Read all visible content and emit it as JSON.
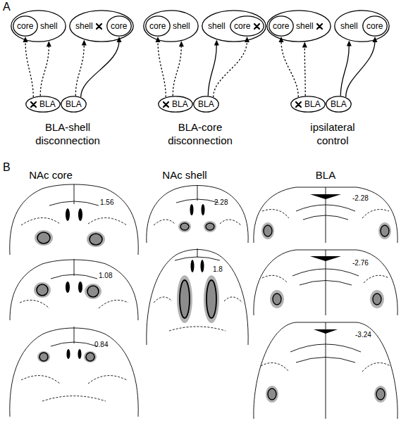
{
  "diagram": {
    "nodes": [
      {
        "text": [
          "shell"
        ]
      },
      {
        "text": [
          "core"
        ],
        "in": 0
      },
      {
        "text": [
          "shell"
        ]
      },
      {
        "text": [
          "core"
        ],
        "in": 2
      },
      {
        "text": [
          "BLA"
        ]
      },
      {
        "text": [
          "BLA"
        ]
      },
      {
        "text": [
          "shell"
        ]
      },
      {
        "text": [
          "core"
        ],
        "in": 6
      },
      {
        "text": [
          "shell"
        ]
      },
      {
        "text": [
          "core"
        ],
        "in": 8
      },
      {
        "text": [
          "BLA"
        ]
      },
      {
        "text": [
          "BLA"
        ]
      },
      {
        "text": [
          "shell"
        ]
      },
      {
        "text": [
          "core"
        ],
        "in": 12
      },
      {
        "text": [
          "shell"
        ]
      },
      {
        "text": [
          "core"
        ],
        "in": 14
      },
      {
        "text": [
          "BLA"
        ]
      },
      {
        "text": [
          "BLA"
        ]
      }
    ],
    "edges": [
      {
        "from": 4,
        "to": 1,
        "arrow": "to"
      },
      {
        "from": 4,
        "to": 0,
        "arrow": "to"
      },
      {
        "from": 5,
        "to": 2,
        "arrow": "to"
      },
      {
        "from": 5,
        "to": 3,
        "arrow": "to"
      },
      {
        "from": 10,
        "to": 7,
        "arrow": "to"
      },
      {
        "from": 10,
        "to": 6,
        "arrow": "to"
      },
      {
        "from": 11,
        "to": 8,
        "arrow": "to"
      },
      {
        "from": 11,
        "to": 9,
        "arrow": "to"
      },
      {
        "from": 16,
        "to": 13,
        "arrow": "to"
      },
      {
        "from": 16,
        "to": 12,
        "arrow": "to"
      },
      {
        "from": 17,
        "to": 14,
        "arrow": "to"
      },
      {
        "from": 17,
        "to": 15,
        "arrow": "to"
      }
    ],
    "labels": [
      "A",
      "BLA-shell disconnection",
      "BLA-core disconnection",
      "ipsilateral control",
      "B",
      "NAc core",
      "NAc shell",
      "BLA",
      "1.56",
      "1.08",
      "0.84",
      "2.28",
      "1.8",
      "-2.28",
      "-2.76",
      "-3.24"
    ]
  }
}
